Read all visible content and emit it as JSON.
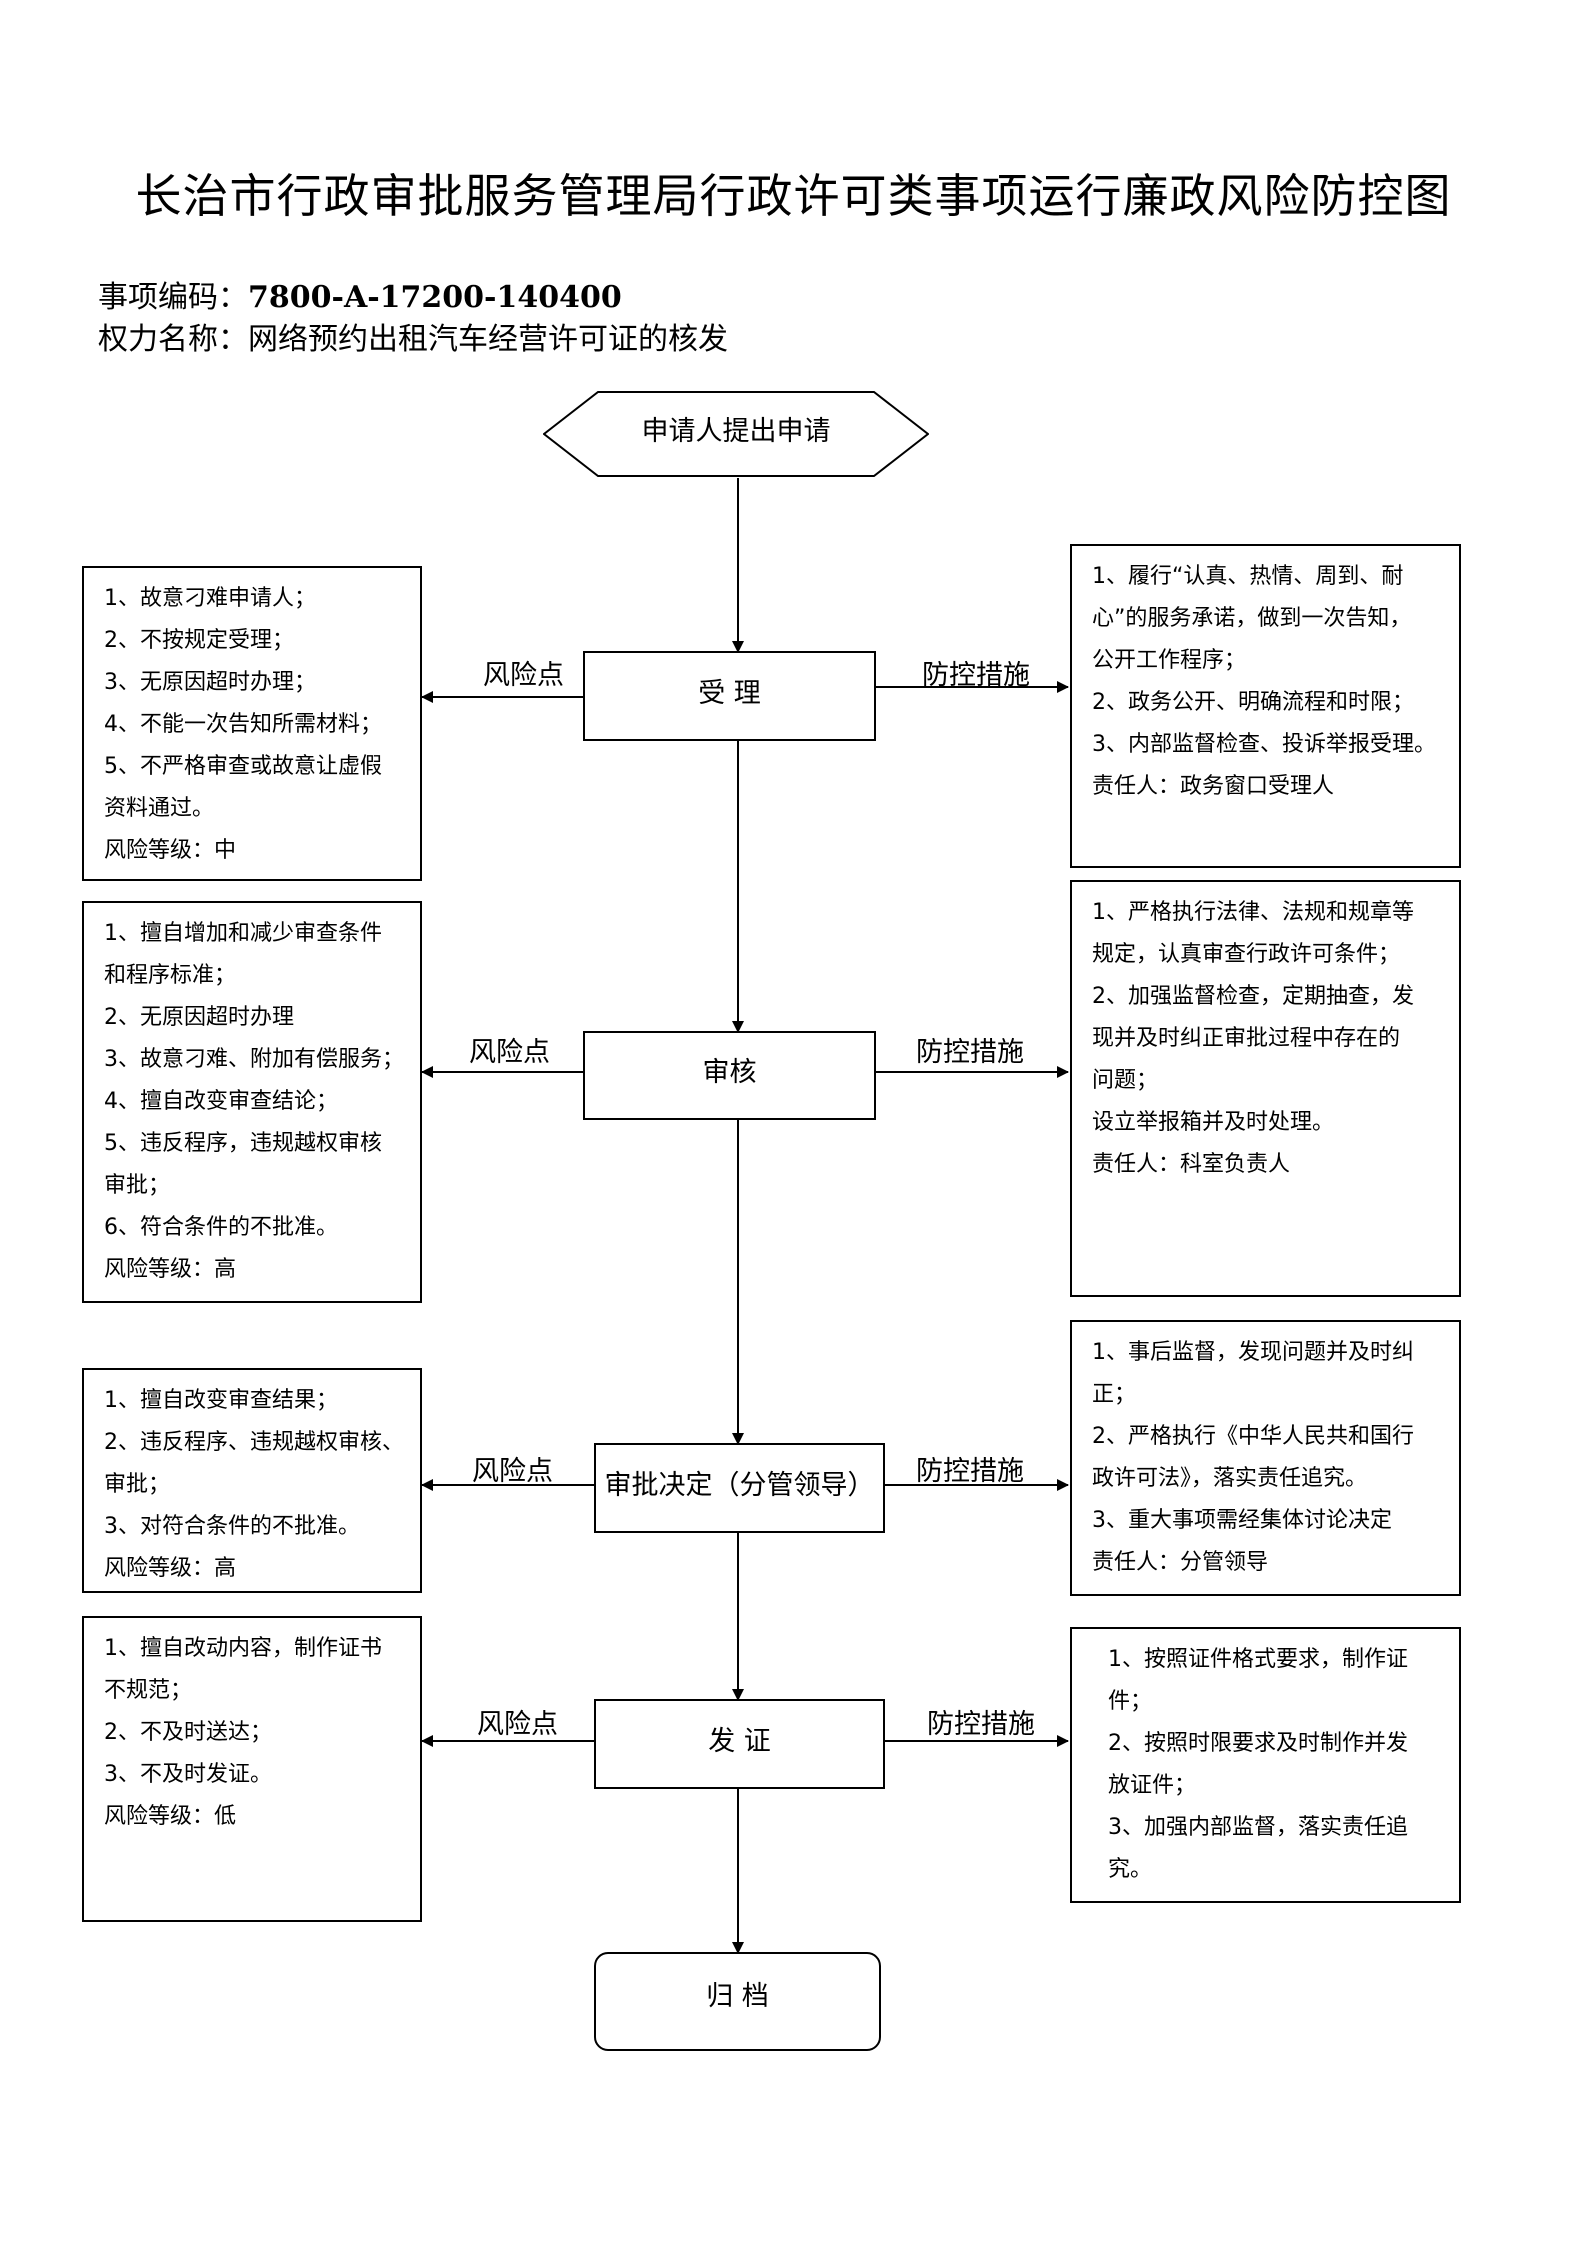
{
  "title": "长治市行政审批服务管理局行政许可类事项运行廉政风险防控图",
  "item_code_label": "事项编码：",
  "item_code_value": "7800-A-17200-140400",
  "power_name_label": "权力名称：",
  "power_name_value": "网络预约出租汽车经营许可证的核发",
  "start_node": "申请人提出申请",
  "end_node": "归 档",
  "risk_label": "风险点",
  "control_label": "防控措施",
  "stages": [
    {
      "name": "受 理",
      "risks": [
        "1、故意刁难申请人；",
        "2、不按规定受理；",
        "3、无原因超时办理；",
        "4、不能一次告知所需材料；",
        "5、不严格审查或故意让虚假",
        "资料通过。",
        "风险等级：中"
      ],
      "controls": [
        "1、履行“认真、热情、周到、耐",
        "心”的服务承诺，做到一次告知，",
        "公开工作程序；",
        "2、政务公开、明确流程和时限；",
        "3、内部监督检查、投诉举报受理。",
        "责任人：政务窗口受理人"
      ]
    },
    {
      "name": "审核",
      "risks": [
        "1、擅自增加和减少审查条件",
        "和程序标准；",
        "2、无原因超时办理",
        "3、故意刁难、附加有偿服务；",
        "4、擅自改变审查结论；",
        "5、违反程序，违规越权审核",
        "审批；",
        "6、符合条件的不批准。",
        "风险等级：高"
      ],
      "controls": [
        "1、严格执行法律、法规和规章等",
        "规定，认真审查行政许可条件；",
        "2、加强监督检查，定期抽查，发",
        "现并及时纠正审批过程中存在的",
        "问题；",
        "设立举报箱并及时处理。",
        "责任人：科室负责人"
      ]
    },
    {
      "name": "审批决定（分管领导）",
      "risks": [
        "1、擅自改变审查结果；",
        "2、违反程序、违规越权审核、",
        "审批；",
        "3、对符合条件的不批准。",
        "风险等级：高"
      ],
      "controls": [
        "1、事后监督，发现问题并及时纠",
        "正；",
        "2、严格执行《中华人民共和国行",
        "政许可法》，落实责任追究。",
        "3、重大事项需经集体讨论决定",
        "责任人：分管领导"
      ]
    },
    {
      "name": "发 证",
      "risks": [
        "1、擅自改动内容，制作证书",
        "不规范；",
        "2、不及时送达；",
        "3、不及时发证。",
        "风险等级：低"
      ],
      "controls": [
        "1、按照证件格式要求，制作证",
        "件；",
        "2、按照时限要求及时制作并发",
        "放证件；",
        "3、加强内部监督，落实责任追",
        "究。"
      ]
    }
  ]
}
